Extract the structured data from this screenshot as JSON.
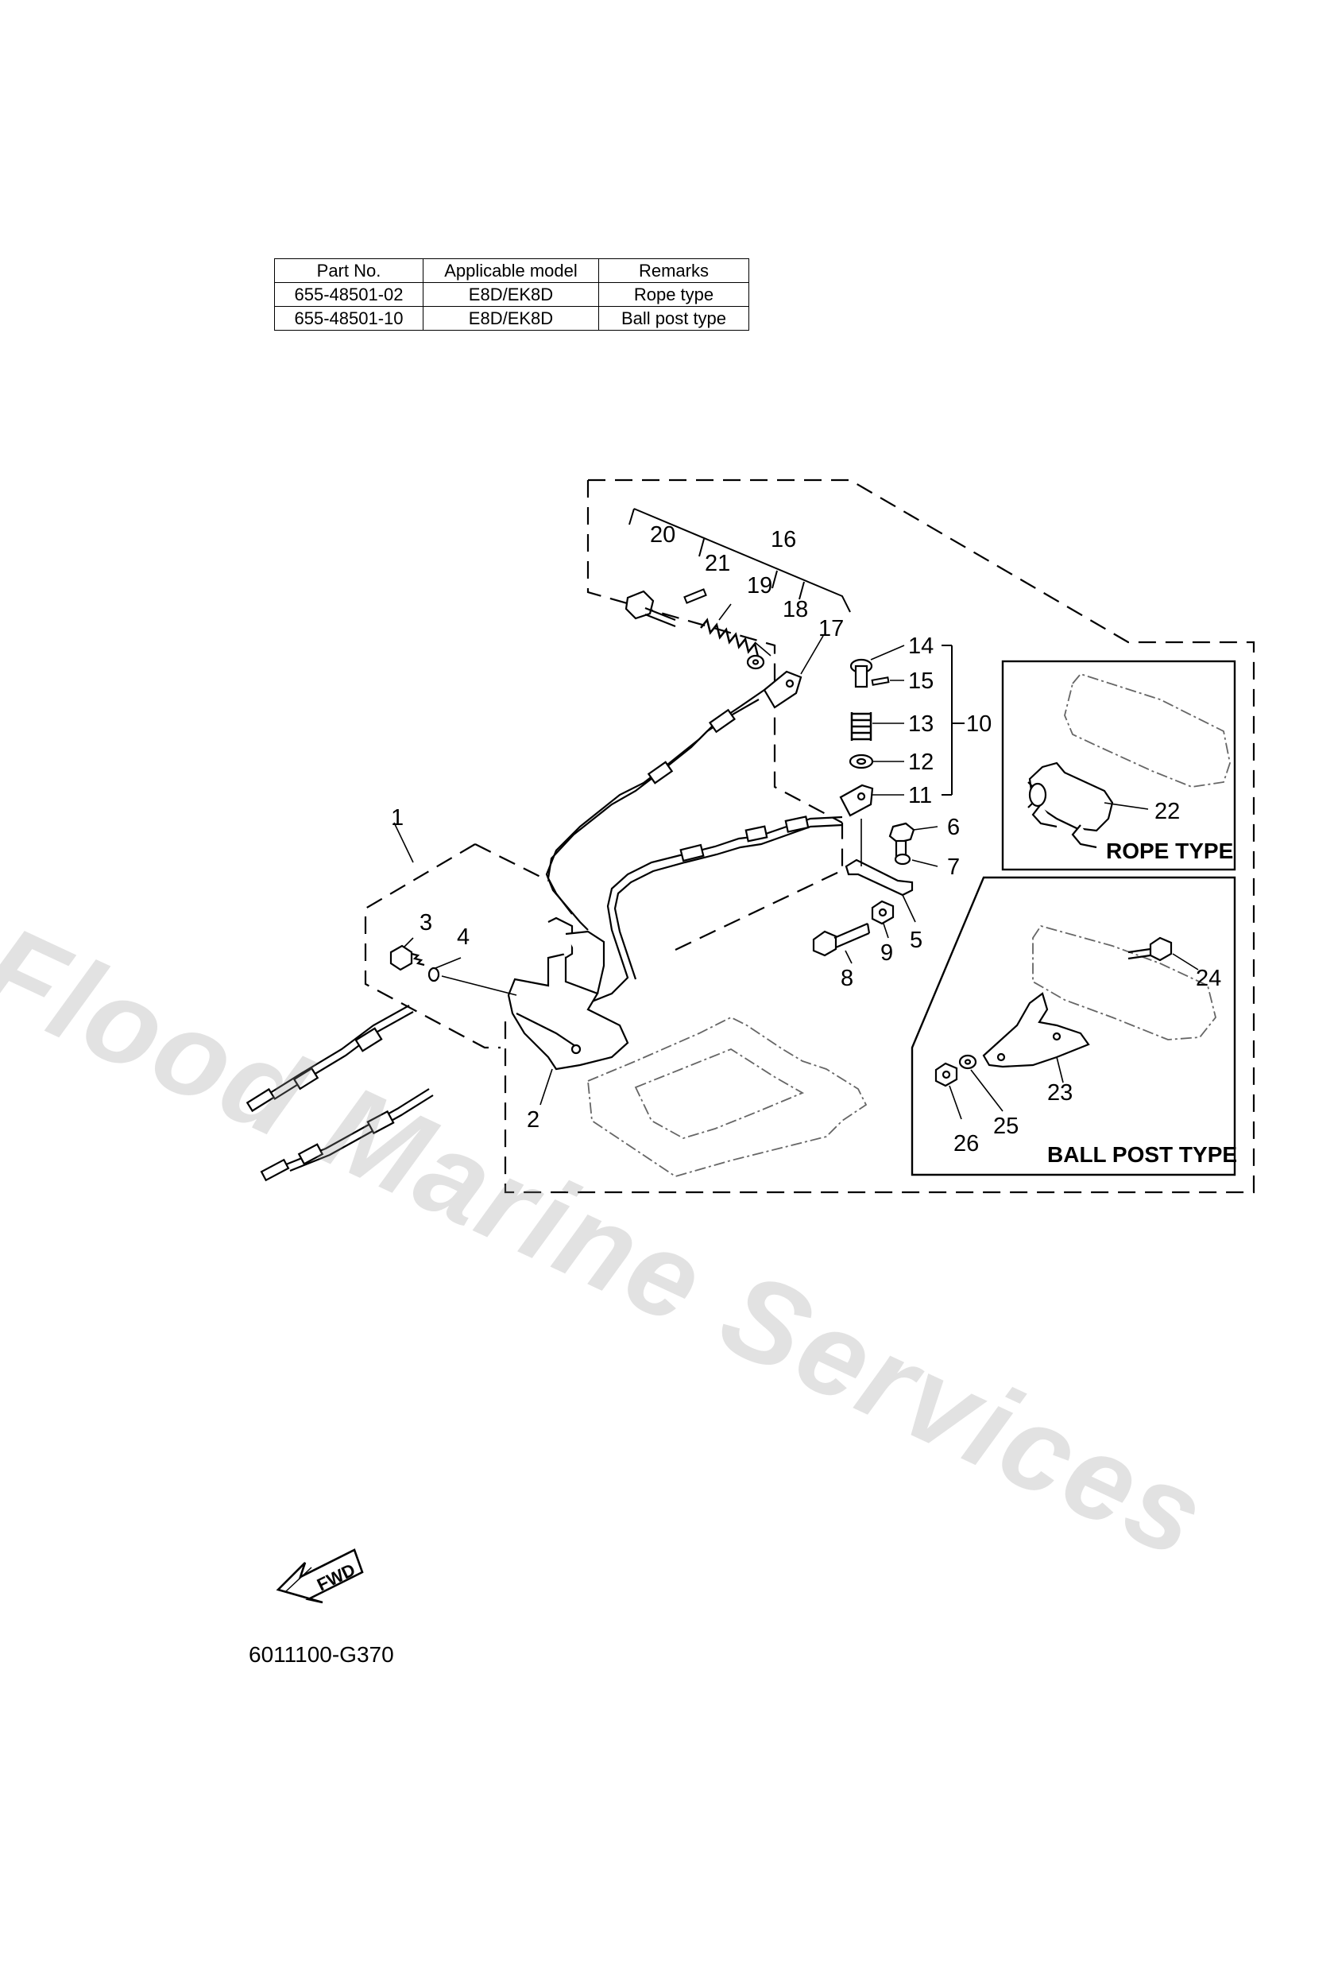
{
  "parts_table": {
    "headers": [
      "Part No.",
      "Applicable model",
      "Remarks"
    ],
    "rows": [
      [
        "655-48501-02",
        "E8D/EK8D",
        "Rope type"
      ],
      [
        "655-48501-10",
        "E8D/EK8D",
        "Ball post type"
      ]
    ]
  },
  "callouts": {
    "c1": "1",
    "c2": "2",
    "c3": "3",
    "c4": "4",
    "c5": "5",
    "c6": "6",
    "c7": "7",
    "c8": "8",
    "c9": "9",
    "c10": "10",
    "c11": "11",
    "c12": "12",
    "c13": "13",
    "c14": "14",
    "c15": "15",
    "c16": "16",
    "c17": "17",
    "c18": "18",
    "c19": "19",
    "c20": "20",
    "c21": "21",
    "c22": "22",
    "c23": "23",
    "c24": "24",
    "c25": "25",
    "c26": "26"
  },
  "insets": {
    "rope_type": "ROPE TYPE",
    "ball_post_type": "BALL POST TYPE"
  },
  "direction_arrow": {
    "label": "FWD",
    "icon": "fwd-arrow-icon"
  },
  "figure_code": "6011100-G370",
  "watermark": "Flood Marine Services"
}
